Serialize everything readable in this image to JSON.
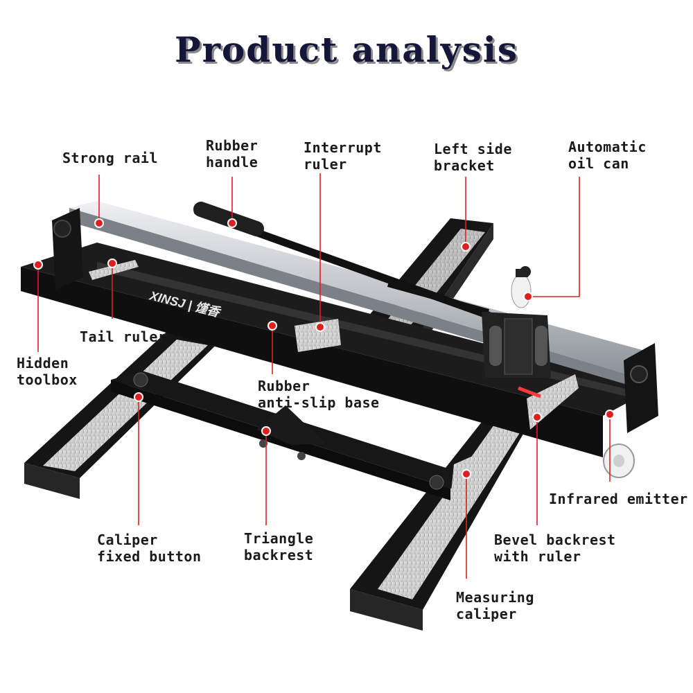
{
  "title": "Product analysis",
  "colors": {
    "callout_line": "#e02020",
    "callout_dot": "#e02020",
    "frame": "#141414",
    "rail": "#c9ccd1",
    "ruler": "#d6d6d6"
  },
  "brand_logo": "XINSJ | 馑香",
  "labels": {
    "strong_rail": "Strong rail",
    "rubber_handle": "Rubber\nhandle",
    "interrupt_ruler": "Interrupt\nruler",
    "left_side_bracket": "Left side\nbracket",
    "automatic_oil_can": "Automatic\noil can",
    "tail_ruler": "Tail ruler",
    "hidden_toolbox": "Hidden\ntoolbox",
    "rubber_anti_slip_base": "Rubber\nanti-slip base",
    "infrared_emitter": "Infrared emitter",
    "caliper_fixed_button": "Caliper\nfixed button",
    "triangle_backrest": "Triangle\nbackrest",
    "bevel_backrest_with_ruler": "Bevel backrest\nwith ruler",
    "measuring_caliper": "Measuring\ncaliper"
  }
}
